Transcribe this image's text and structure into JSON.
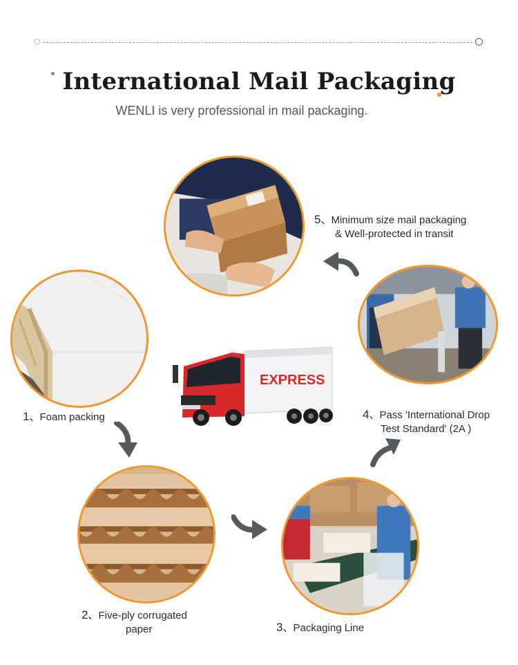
{
  "header": {
    "title": "International Mail Packaging",
    "subtitle": "WENLI is very professional in mail packaging."
  },
  "steps": [
    {
      "number": "1",
      "sep": "、",
      "label": "Foam packing",
      "label2": "",
      "icon": "foam-board-photo"
    },
    {
      "number": "2",
      "sep": "、",
      "label": "Five-ply corrugated",
      "label2": "paper",
      "icon": "corrugated-paper-photo"
    },
    {
      "number": "3",
      "sep": "、",
      "label": "Packaging Line",
      "label2": "",
      "icon": "packaging-line-photo"
    },
    {
      "number": "4",
      "sep": "、",
      "label": "Pass 'International Drop",
      "label2": "Test Standard' (2A )",
      "icon": "drop-test-photo"
    },
    {
      "number": "5",
      "sep": "、",
      "label": "Minimum size mail packaging",
      "label2": "& Well-protected in transit",
      "icon": "parcel-handover-photo"
    }
  ],
  "truck": {
    "brand_text": "EXPRESS",
    "icon": "express-truck-image"
  },
  "colors": {
    "accent": "#f0962a",
    "arrow": "#555a5e",
    "truck_red": "#d8282a"
  }
}
